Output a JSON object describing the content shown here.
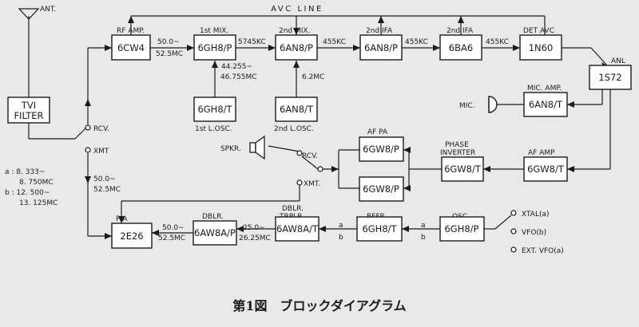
{
  "caption": "第1図　ブロックダイアグラム",
  "colors": {
    "line": "#1b1b1b",
    "block_fill": "#ffffff",
    "paper": "#ebe8e8"
  },
  "blocks": {
    "tvi": {
      "name": "TVI",
      "name2": "FILTER"
    },
    "rf_amp": {
      "stage": "RF AMP.",
      "tube": "6CW4"
    },
    "mix1": {
      "stage": "1st MIX.",
      "tube": "6GH8/P"
    },
    "mix2": {
      "stage": "2nd MIX.",
      "tube": "6AN8/P"
    },
    "ifa1": {
      "stage": "2nd IFA",
      "tube": "6AN8/P"
    },
    "ifa2": {
      "stage": "2nd IFA",
      "tube": "6BA6"
    },
    "det": {
      "stage": "DET AVC",
      "tube": "1N60"
    },
    "anl": {
      "stage": "ANL",
      "tube": "1S72"
    },
    "lo1": {
      "stage": "1st L.OSC.",
      "tube": "6GH8/T"
    },
    "lo2": {
      "stage": "2nd L.OSC.",
      "tube": "6AN8/T"
    },
    "mic_amp": {
      "stage": "MIC. AMP.",
      "tube": "6AN8/T"
    },
    "af_pa": {
      "stage": "AF PA",
      "tube_a": "6GW8/P",
      "tube_b": "6GW8/P"
    },
    "phase_inv": {
      "stage1": "PHASE",
      "stage2": "INVERTER",
      "tube": "6GW8/T"
    },
    "af_amp": {
      "stage": "AF AMP",
      "tube": "6GW8/T"
    },
    "final": {
      "stage": "P A",
      "tube": "2E26"
    },
    "dblr": {
      "stage": "DBLR.",
      "tube": "6AW8A/P"
    },
    "dblr_trplr": {
      "stage1": "DBLR.",
      "stage2": "TRPLR.",
      "tube": "6AW8A/T"
    },
    "bffr": {
      "stage": "BFFR.",
      "tube": "6GH8/T"
    },
    "osc": {
      "stage": "OSC.",
      "tube": "6GH8/P"
    }
  },
  "labels": {
    "avc_line": "AVC LINE",
    "antenna": "ANT.",
    "mic": "MIC.",
    "speaker": "SPKR.",
    "rcv_antenna": "RCV.",
    "xmt_antenna": "XMT",
    "rcv_audio": "RCV.",
    "xmt_audio": "XMT.",
    "osc_in_a": "a",
    "osc_in_b": "b",
    "osc_out_a": "a",
    "osc_out_b": "b"
  },
  "frequencies": {
    "rf_out_1": "50.0~",
    "rf_out_2": "52.5MC",
    "mix1_out": "5745KC",
    "lo1_1": "44.255~",
    "lo1_2": "46.755MC",
    "lo2": "6.2MC",
    "if1": "455KC",
    "if2": "455KC",
    "if3": "455KC",
    "xmt_1": "50.0~",
    "xmt_2": "52.5MC",
    "final_in_1": "50.0~",
    "final_in_2": "52.5MC",
    "dblr_in_1": "25.0~",
    "dblr_in_2": "26.25MC"
  },
  "band_notes": {
    "a1": "a : 8. 333~",
    "a2": "8. 750MC",
    "b1": "b : 12. 500~",
    "b2": "13. 125MC"
  },
  "oscillator_sources": {
    "xtal": "XTAL(a)",
    "vfo_b": "VFO(b)",
    "ext_vfo": "EXT. VFO(a)"
  }
}
